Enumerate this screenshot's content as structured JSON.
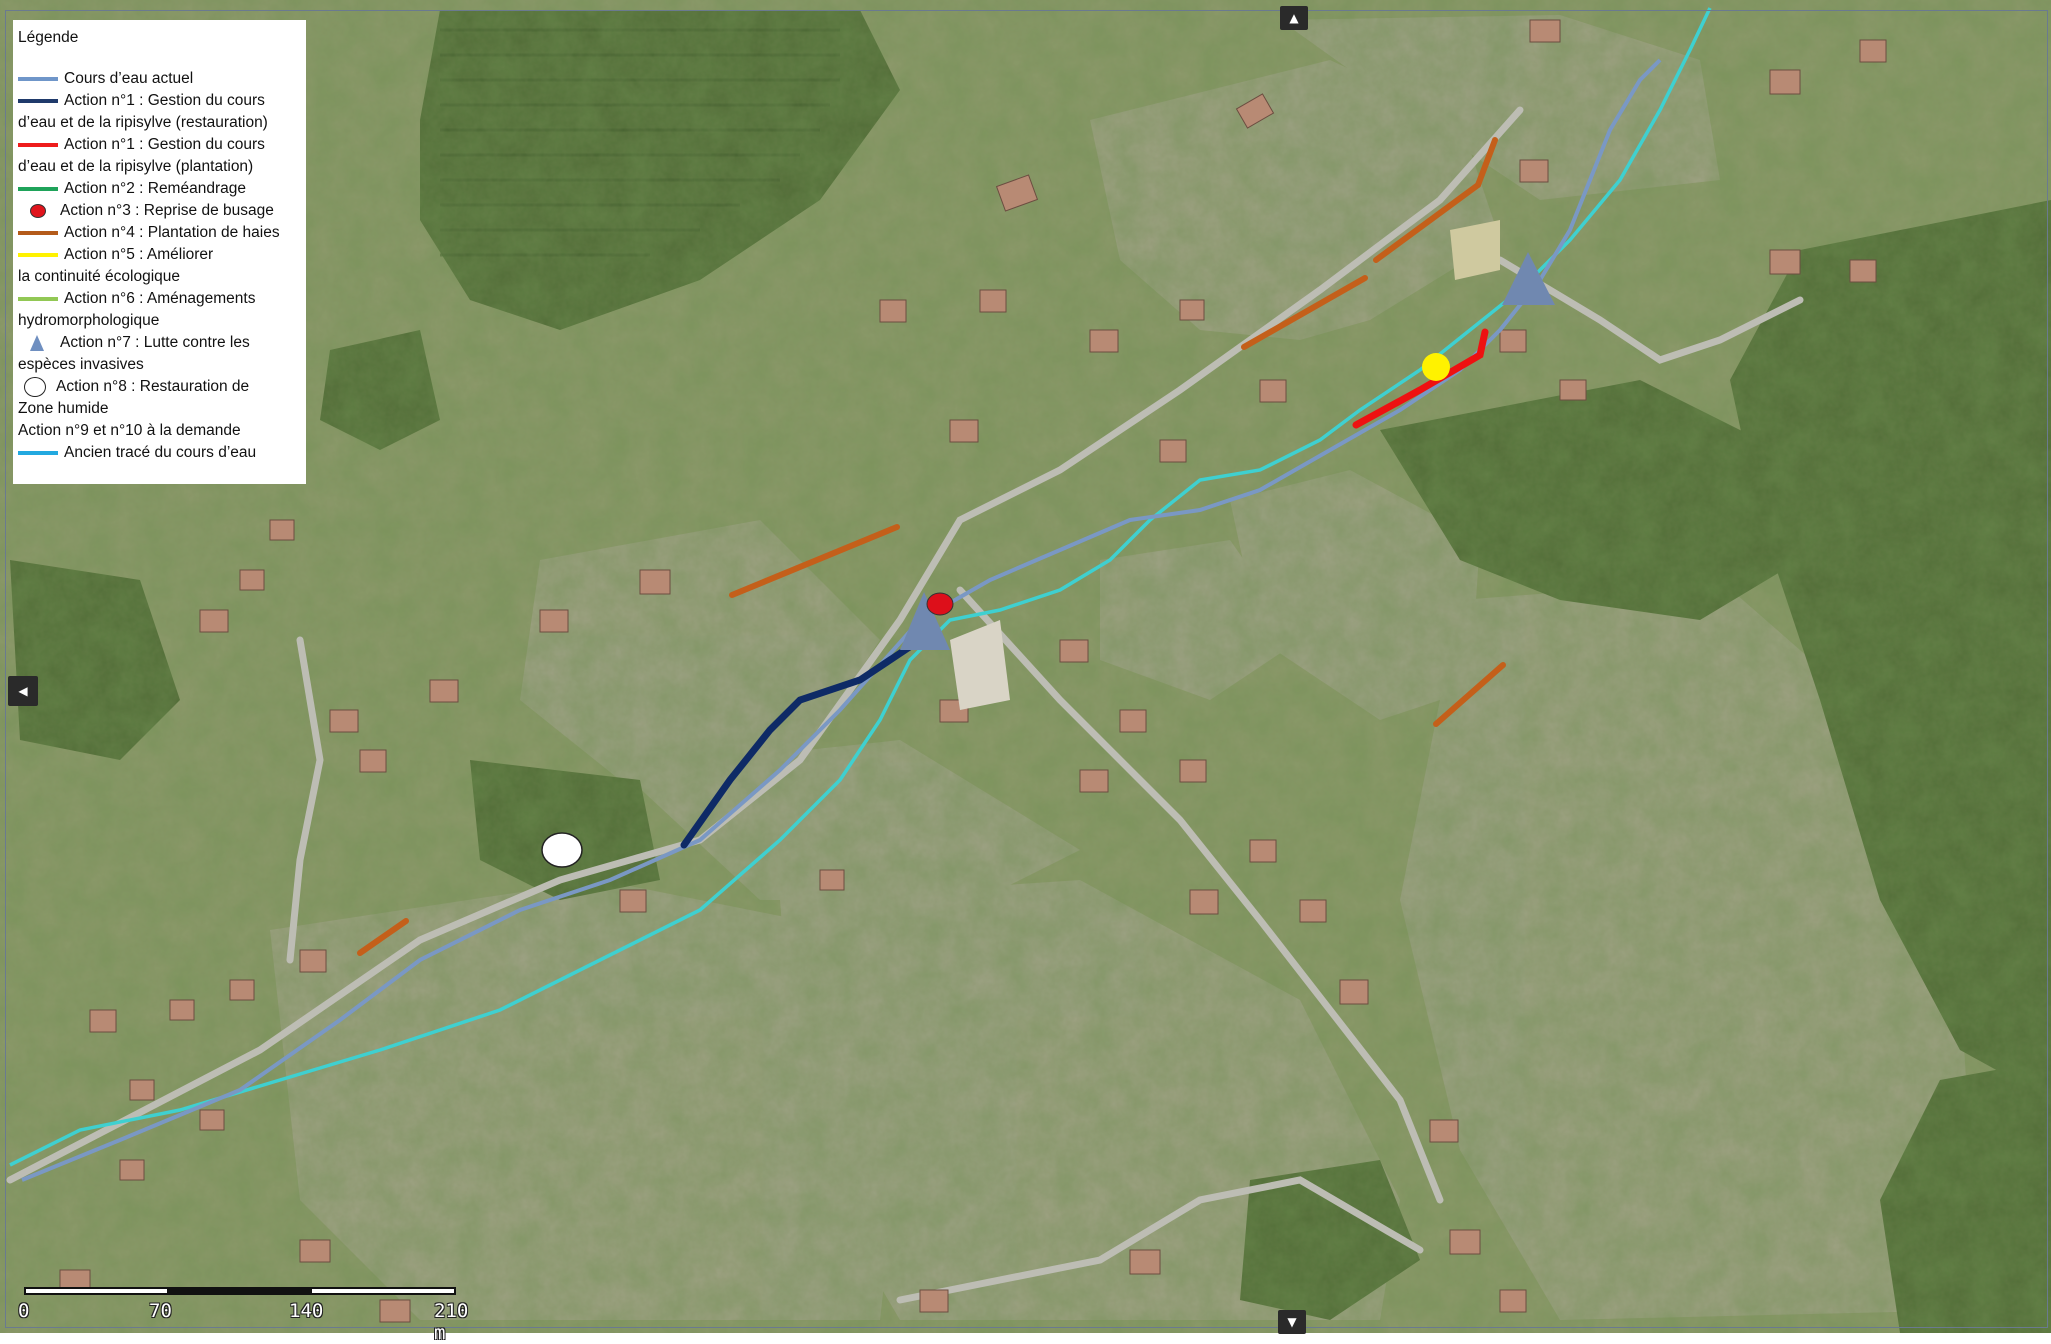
{
  "legend": {
    "title": "Légende",
    "items": [
      {
        "label": "Cours d’eau actuel",
        "symbol": "line",
        "color": "#6f96c9"
      },
      {
        "label": "Action n°1 : Gestion du cours",
        "label2": "d’eau et de la ripisylve (restauration)",
        "symbol": "line",
        "color": "#1f3a6b"
      },
      {
        "label": "Action n°1 : Gestion du cours",
        "label2": "d’eau et de la ripisylve (plantation)",
        "symbol": "line",
        "color": "#ee1c1c"
      },
      {
        "label": "Action n°2 : Reméandrage",
        "symbol": "line",
        "color": "#1fa35a"
      },
      {
        "label": "Action n°3 : Reprise de busage",
        "symbol": "dot",
        "color": "#e0141c"
      },
      {
        "label": "Action n°4 : Plantation de haies",
        "symbol": "line",
        "color": "#b45b1a"
      },
      {
        "label": "Action n°5 : Améliorer",
        "label2": "la continuité écologique",
        "symbol": "line",
        "color": "#fff200"
      },
      {
        "label": "Action n°6 : Aménagements",
        "label2": "hydromorphologique",
        "symbol": "line",
        "color": "#92c855"
      },
      {
        "label": "Action n°7 : Lutte contre les",
        "label2": "espèces invasives",
        "symbol": "triangle",
        "color": "#6f8fc0"
      },
      {
        "label": "Action n°8 : Restauration de",
        "label2": "Zone humide",
        "symbol": "circle",
        "color": "#ffffff"
      },
      {
        "label": "Action n°9 et n°10 à la demande",
        "symbol": "none",
        "color": ""
      },
      {
        "label": "Ancien tracé du cours d’eau",
        "symbol": "line",
        "color": "#22a9e0"
      }
    ]
  },
  "scale": {
    "labels": [
      "0",
      "70",
      "140",
      "210 m"
    ]
  },
  "nav": {
    "top": "▲",
    "left": "◀",
    "bottom": "▼"
  },
  "colors": {
    "current_stream": "#7a98c4",
    "old_stream": "#3fd0d0",
    "restoration": "#0e2a66",
    "plantation": "#ee1111",
    "hedges": "#c45f1a",
    "continuity": "#fff200",
    "invasive": "#7088b0",
    "wetland": "#ffffff",
    "culvert": "#dd0f1a",
    "road": "#b9b9b0"
  }
}
